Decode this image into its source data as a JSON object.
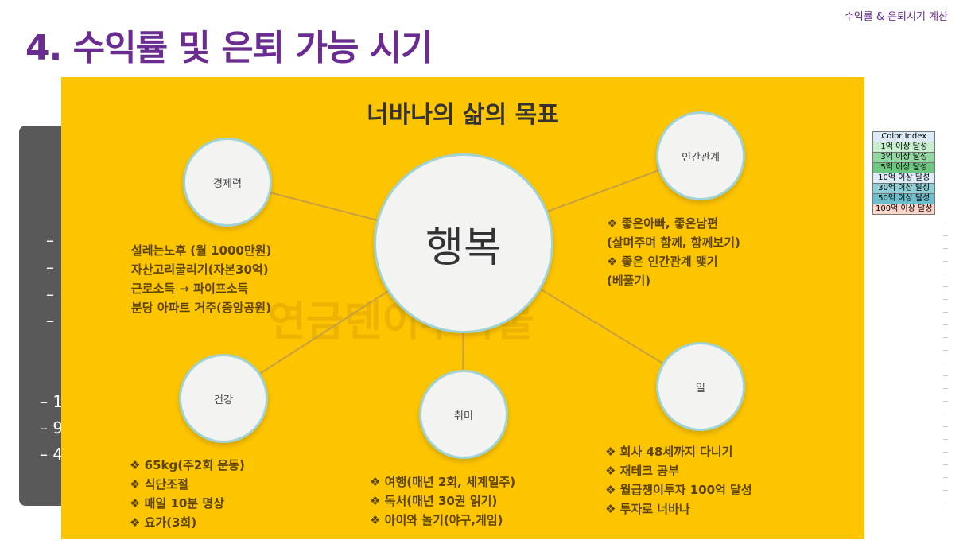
{
  "header": {
    "section": "수익률 & 은퇴시기 계산",
    "title": "4. 수익률 및 은퇴 가능 시기"
  },
  "panel": {
    "dashes": [
      "–",
      "–",
      "–",
      "–",
      "– 1",
      "– 9",
      "– 4"
    ]
  },
  "poster": {
    "title": "너바나의 삶의 목표",
    "center": "행복",
    "watermark": "연금텐이투자물",
    "nodes": [
      {
        "label": "경제력",
        "items": [
          "설레는노후 (월 1000만원)",
          "자산고리굴리기(자본30억)",
          "근로소득 → 파이프소득",
          "분당 아파트 거주(중앙공원)"
        ]
      },
      {
        "label": "인간관계",
        "items": [
          "❖ 좋은아빠, 좋은남편",
          "(살며주며 함께, 함께보기)",
          "❖ 좋은 인간관계 맺기",
          "(베풀기)"
        ]
      },
      {
        "label": "건강",
        "items": [
          "❖ 65kg(주2회 운동)",
          "❖ 식단조절",
          "❖ 매일 10분 명상",
          "❖ 요가(3회)"
        ]
      },
      {
        "label": "취미",
        "items": [
          "❖ 여행(매년 2회, 세계일주)",
          "❖ 독서(매년 30권 읽기)",
          "❖ 아이와 놀기(야구,게임)"
        ]
      },
      {
        "label": "일",
        "items": [
          "❖ 회사 48세까지 다니기",
          "❖ 재테크 공부",
          "❖ 월급쟁이투자 100억 달성",
          "❖ 투자로 너바나"
        ]
      }
    ]
  },
  "color_index": {
    "header": "Color Index",
    "rows": [
      {
        "label": "1억 이상 달성",
        "color": "#c6efce"
      },
      {
        "label": "3억 이상 달성",
        "color": "#92d8a0"
      },
      {
        "label": "5억 이상 달성",
        "color": "#6cc77f"
      },
      {
        "label": "10억 이상 달성",
        "color": "#ddebf7"
      },
      {
        "label": "30억 이상 달성",
        "color": "#8fd0d8"
      },
      {
        "label": "50억 이상 달성",
        "color": "#6cbfcc"
      },
      {
        "label": "100억 이상 달성",
        "color": "#fcd5c8"
      }
    ]
  }
}
